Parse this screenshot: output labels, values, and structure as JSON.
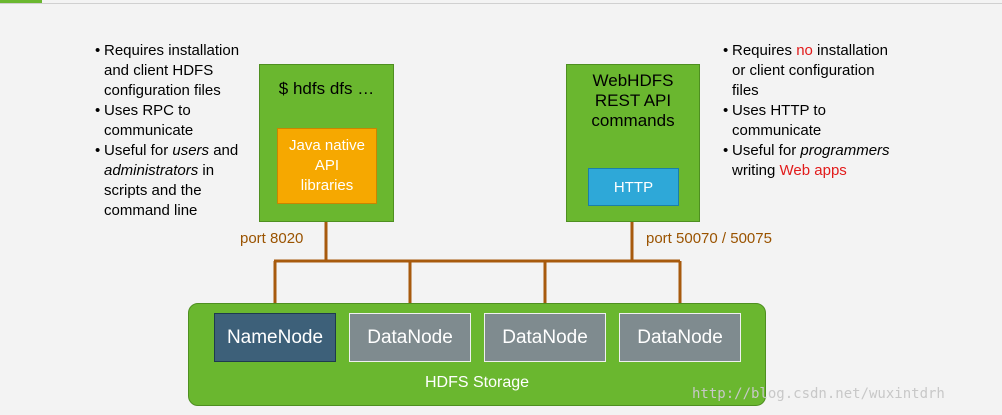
{
  "left_notes": {
    "items": [
      [
        {
          "text": "Requires installation and client HDFS configuration files"
        }
      ],
      [
        {
          "text": "Uses RPC to communicate"
        }
      ],
      [
        {
          "text": "Useful for "
        },
        {
          "text": "users",
          "italic": true
        },
        {
          "text": " and "
        },
        {
          "text": "administrators",
          "italic": true
        },
        {
          "text": " in scripts and the command line"
        }
      ]
    ]
  },
  "right_notes": {
    "items": [
      [
        {
          "text": "Requires "
        },
        {
          "text": "no",
          "red": true
        },
        {
          "text": " installation or client configuration files"
        }
      ],
      [
        {
          "text": "Uses HTTP to communicate"
        }
      ],
      [
        {
          "text": "Useful for "
        },
        {
          "text": "programmers",
          "italic": true
        },
        {
          "text": " writing "
        },
        {
          "text": "Web apps",
          "red": true
        }
      ]
    ]
  },
  "cli_box": {
    "title": "$ hdfs dfs …",
    "inner": [
      "Java native",
      "API",
      "libraries"
    ]
  },
  "web_box": {
    "title": [
      "WebHDFS",
      "REST API",
      "commands"
    ],
    "inner": "HTTP"
  },
  "ports": {
    "left": "port 8020",
    "right": "port 50070 / 50075"
  },
  "storage": {
    "label": "HDFS Storage",
    "nodes": [
      "NameNode",
      "DataNode",
      "DataNode",
      "DataNode"
    ]
  },
  "watermark": "http://blog.csdn.net/wuxintdrh",
  "colors": {
    "green": "#6ab72f",
    "orange": "#f6a800",
    "blue": "#2ea8d8",
    "arrow": "#a75a0d",
    "namenode": "#3d6079",
    "datanode": "#7f8b8f",
    "emphasis": "#e21b1b"
  }
}
